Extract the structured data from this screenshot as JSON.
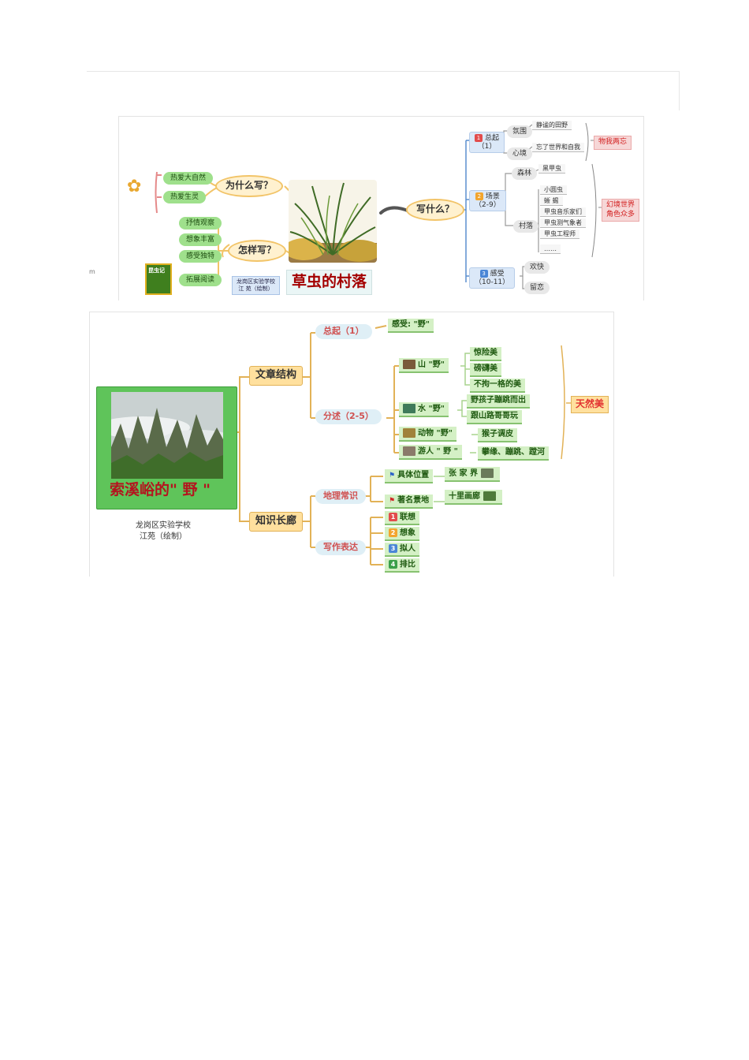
{
  "map1": {
    "why": {
      "title": "为什么写？",
      "items": [
        "热爱大自然",
        "热爱生灵"
      ]
    },
    "how": {
      "title": "怎样写？",
      "items": [
        "抒情观察",
        "想象丰富",
        "感受独特",
        "拓展阅读"
      ]
    },
    "book_label": "昆虫记",
    "credit": {
      "line1": "龙岗区实验学校",
      "line2": "江 苑（绘制）"
    },
    "title": "草虫的村落",
    "what": {
      "title": "写什么？",
      "sections": [
        {
          "num": "1",
          "label": "总起",
          "range": "（1）"
        },
        {
          "num": "2",
          "label": "场景",
          "range": "（2-9）"
        },
        {
          "num": "3",
          "label": "感受",
          "range": "（10-11）"
        }
      ],
      "zongqi": {
        "items": [
          {
            "label": "氛围",
            "leaf": "静谧的田野"
          },
          {
            "label": "心境",
            "leaf": "忘了世界和自我"
          }
        ],
        "summary": "物我两忘"
      },
      "changjing": {
        "forest": {
          "label": "森林",
          "leaves": [
            "黑甲虫"
          ]
        },
        "village": {
          "label": "村落",
          "leaves": [
            "小圆虫",
            "蜥 蜴",
            "甲虫音乐家们",
            "甲虫测气象者",
            "甲虫工程师",
            "……"
          ]
        },
        "summary_line1": "幻境世界",
        "summary_line2": "角色众多"
      },
      "ganshou": {
        "items": [
          "欢快",
          "留恋"
        ]
      }
    }
  },
  "map2": {
    "title": "索溪峪的\" 野 \"",
    "credit": {
      "line1": "龙岗区实验学校",
      "line2": "江苑（绘制）"
    },
    "structure": {
      "title": "文章结构",
      "zongqi": {
        "label": "总起（1）",
        "leaf": "感受: \"野\""
      },
      "fenshu": {
        "label": "分述（2-5）",
        "groups": [
          {
            "label": "山 \"野\"",
            "leaves": [
              "惊险美",
              "磅礴美",
              "不拘一格的美"
            ]
          },
          {
            "label": "水 \"野\"",
            "leaves": [
              "野孩子蹦跳而出",
              "跟山路哥哥玩"
            ]
          },
          {
            "label": "动物 \"野\"",
            "leaves": [
              "猴子调皮"
            ]
          },
          {
            "label": "游人 \" 野 \"",
            "leaves": [
              "攀缘、蹦跳、蹚河"
            ]
          }
        ]
      },
      "summary": "天然美"
    },
    "knowledge": {
      "title": "知识长廊",
      "geo": {
        "label": "地理常识",
        "items": [
          {
            "label": "具体位置",
            "leaf": "张 家 界"
          },
          {
            "label": "著名景地",
            "leaf": "十里画廊"
          }
        ]
      },
      "writing": {
        "label": "写作表达",
        "items": [
          {
            "num": "1",
            "label": "联想"
          },
          {
            "num": "2",
            "label": "想象"
          },
          {
            "num": "3",
            "label": "拟人"
          },
          {
            "num": "4",
            "label": "排比"
          }
        ]
      }
    }
  },
  "colors": {
    "accent_orange": "#ffe09e",
    "green_leaf": "#d4f0c5",
    "red_text": "#d21e1e",
    "blue_section": "#dbe8f8"
  }
}
